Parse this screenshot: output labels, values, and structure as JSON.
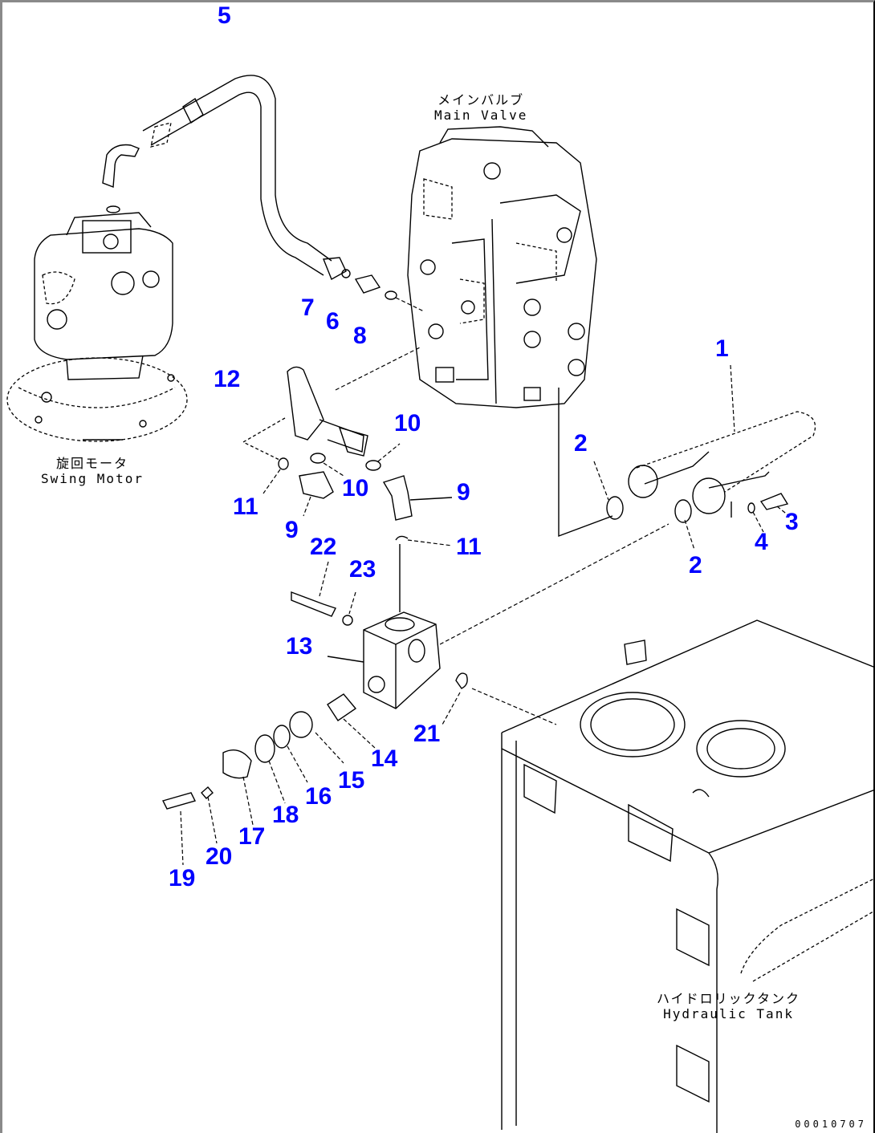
{
  "diagram": {
    "type": "exploded-parts-diagram",
    "callout_color": "#0000ff",
    "drawing_number": "00010707",
    "components": [
      {
        "id": "main-valve",
        "label_jp": "メインバルブ",
        "label_en": "Main Valve"
      },
      {
        "id": "swing-motor",
        "label_jp": "旋回モータ",
        "label_en": "Swing Motor"
      },
      {
        "id": "hydraulic-tank",
        "label_jp": "ハイドロリックタンク",
        "label_en": "Hydraulic Tank"
      }
    ],
    "callouts": [
      {
        "num": "5"
      },
      {
        "num": "7"
      },
      {
        "num": "6"
      },
      {
        "num": "8"
      },
      {
        "num": "1"
      },
      {
        "num": "12"
      },
      {
        "num": "10"
      },
      {
        "num": "2"
      },
      {
        "num": "11"
      },
      {
        "num": "10"
      },
      {
        "num": "9"
      },
      {
        "num": "3"
      },
      {
        "num": "9"
      },
      {
        "num": "4"
      },
      {
        "num": "11"
      },
      {
        "num": "2"
      },
      {
        "num": "22"
      },
      {
        "num": "23"
      },
      {
        "num": "13"
      },
      {
        "num": "21"
      },
      {
        "num": "14"
      },
      {
        "num": "15"
      },
      {
        "num": "16"
      },
      {
        "num": "18"
      },
      {
        "num": "17"
      },
      {
        "num": "20"
      },
      {
        "num": "19"
      }
    ]
  }
}
